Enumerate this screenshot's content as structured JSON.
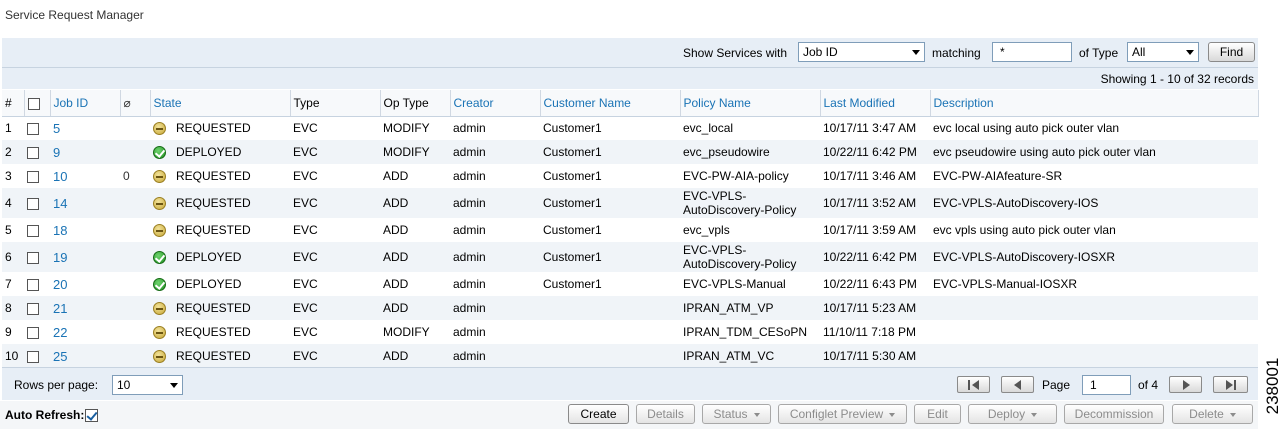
{
  "app": {
    "title": "Service Request Manager"
  },
  "filter": {
    "show_label": "Show Services with",
    "field_value": "Job ID",
    "matching_label": "matching",
    "match_value": "*",
    "type_label": "of Type",
    "type_value": "All",
    "find_label": "Find"
  },
  "records_text": "Showing 1 - 10 of 32 records",
  "table": {
    "headers": {
      "num": "#",
      "clip": "",
      "job_id": "Job ID",
      "state": "State",
      "type": "Type",
      "op_type": "Op Type",
      "creator": "Creator",
      "customer": "Customer Name",
      "policy": "Policy Name",
      "modified": "Last Modified",
      "description": "Description"
    },
    "rows": [
      {
        "num": "1",
        "job": "5",
        "attach": "",
        "state": "REQUESTED",
        "type": "EVC",
        "op": "MODIFY",
        "creator": "admin",
        "customer": "Customer1",
        "policy": "evc_local",
        "modified": "10/17/11 3:47 AM",
        "desc": "evc local using auto pick outer vlan"
      },
      {
        "num": "2",
        "job": "9",
        "attach": "",
        "state": "DEPLOYED",
        "type": "EVC",
        "op": "MODIFY",
        "creator": "admin",
        "customer": "Customer1",
        "policy": "evc_pseudowire",
        "modified": "10/22/11 6:42 PM",
        "desc": "evc pseudowire using auto pick outer vlan"
      },
      {
        "num": "3",
        "job": "10",
        "attach": "0",
        "state": "REQUESTED",
        "type": "EVC",
        "op": "ADD",
        "creator": "admin",
        "customer": "Customer1",
        "policy": "EVC-PW-AIA-policy",
        "modified": "10/17/11 3:46 AM",
        "desc": "EVC-PW-AIAfeature-SR"
      },
      {
        "num": "4",
        "job": "14",
        "attach": "",
        "state": "REQUESTED",
        "type": "EVC",
        "op": "ADD",
        "creator": "admin",
        "customer": "Customer1",
        "policy": "EVC-VPLS-AutoDiscovery-Policy",
        "modified": "10/17/11 3:52 AM",
        "desc": "EVC-VPLS-AutoDiscovery-IOS"
      },
      {
        "num": "5",
        "job": "18",
        "attach": "",
        "state": "REQUESTED",
        "type": "EVC",
        "op": "ADD",
        "creator": "admin",
        "customer": "Customer1",
        "policy": "evc_vpls",
        "modified": "10/17/11 3:59 AM",
        "desc": "evc vpls using auto pick outer vlan"
      },
      {
        "num": "6",
        "job": "19",
        "attach": "",
        "state": "DEPLOYED",
        "type": "EVC",
        "op": "ADD",
        "creator": "admin",
        "customer": "Customer1",
        "policy": "EVC-VPLS-AutoDiscovery-Policy",
        "modified": "10/22/11 6:42 PM",
        "desc": "EVC-VPLS-AutoDiscovery-IOSXR"
      },
      {
        "num": "7",
        "job": "20",
        "attach": "",
        "state": "DEPLOYED",
        "type": "EVC",
        "op": "ADD",
        "creator": "admin",
        "customer": "Customer1",
        "policy": "EVC-VPLS-Manual",
        "modified": "10/22/11 6:43 PM",
        "desc": "EVC-VPLS-Manual-IOSXR"
      },
      {
        "num": "8",
        "job": "21",
        "attach": "",
        "state": "REQUESTED",
        "type": "EVC",
        "op": "ADD",
        "creator": "admin",
        "customer": "",
        "policy": "IPRAN_ATM_VP",
        "modified": "10/17/11 5:23 AM",
        "desc": ""
      },
      {
        "num": "9",
        "job": "22",
        "attach": "",
        "state": "REQUESTED",
        "type": "EVC",
        "op": "MODIFY",
        "creator": "admin",
        "customer": "",
        "policy": "IPRAN_TDM_CESoPN",
        "modified": "11/10/11 7:18 PM",
        "desc": ""
      },
      {
        "num": "10",
        "job": "25",
        "attach": "",
        "state": "REQUESTED",
        "type": "EVC",
        "op": "ADD",
        "creator": "admin",
        "customer": "",
        "policy": "IPRAN_ATM_VC",
        "modified": "10/17/11 5:30 AM",
        "desc": ""
      }
    ]
  },
  "pager": {
    "rows_per_page_label": "Rows per page:",
    "rows_per_page_value": "10",
    "page_label": "Page",
    "page_value": "1",
    "of_label": "of 4"
  },
  "actions": {
    "auto_refresh_label": "Auto Refresh:",
    "create": "Create",
    "details": "Details",
    "status": "Status",
    "configlet_preview": "Configlet Preview",
    "edit": "Edit",
    "deploy": "Deploy",
    "decommission": "Decommission",
    "delete": "Delete"
  },
  "figure_number": "238001",
  "colors": {
    "link": "#1a73b5",
    "header_bg": "#e7eef6",
    "alt_row": "#f0f4f8"
  }
}
